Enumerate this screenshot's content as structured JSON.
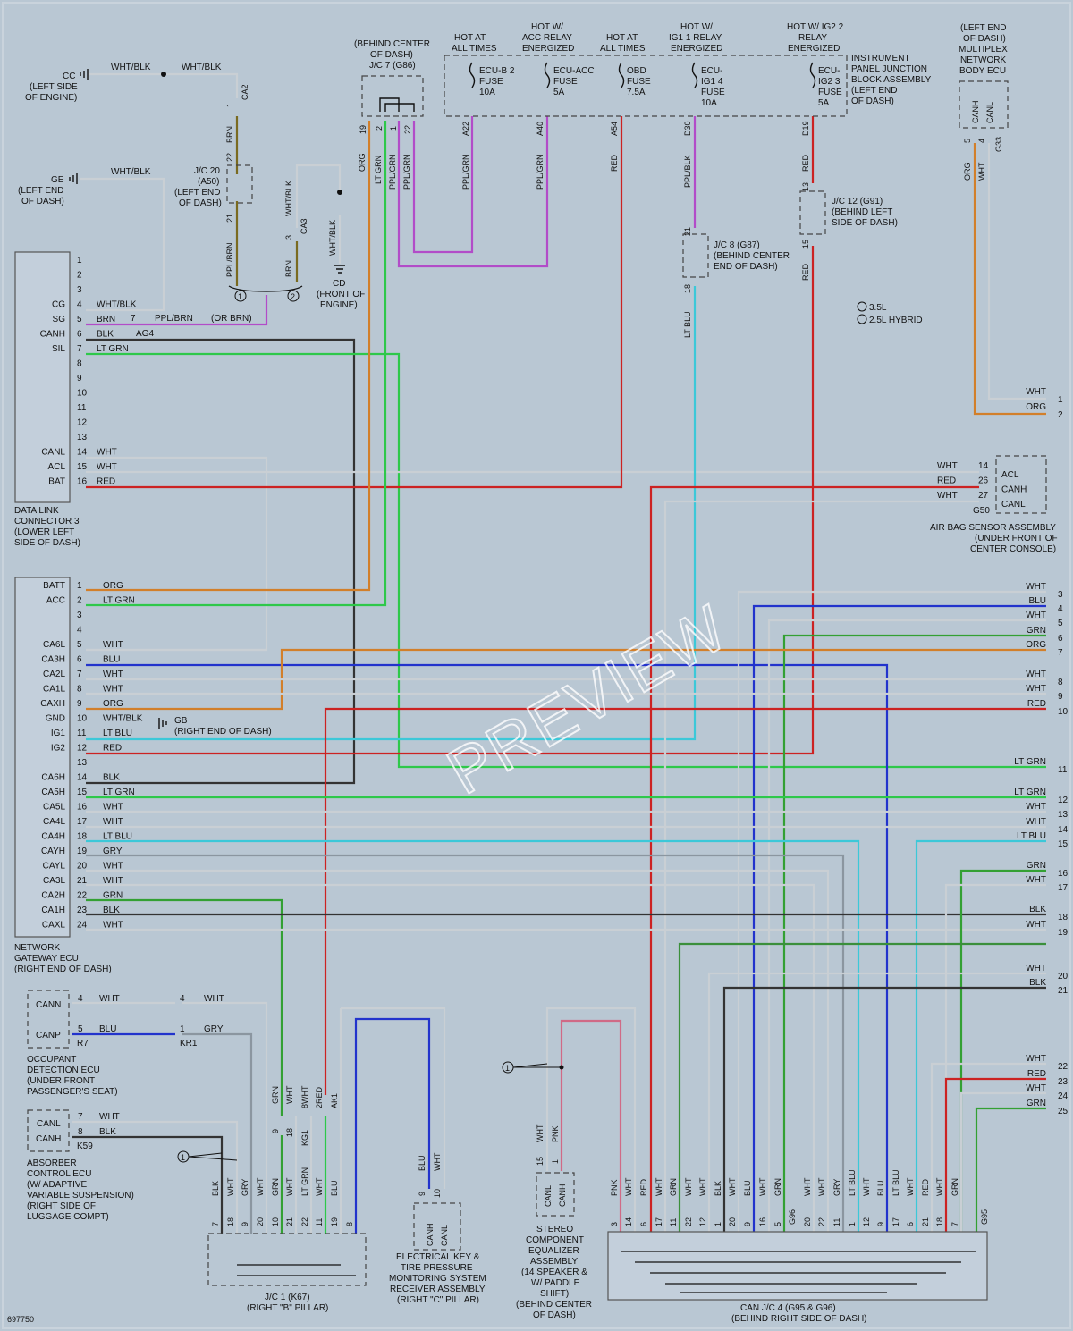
{
  "figure_id": "697750",
  "watermark": "PREVIEW",
  "legend": {
    "m1": "3.5L",
    "m2": "2.5L HYBRID"
  },
  "fuses": [
    {
      "hdr": [
        "HOT AT",
        "ALL TIMES"
      ],
      "name": [
        "ECU-B 2",
        "FUSE",
        "10A"
      ],
      "pin": "A22",
      "wire": "PPL/GRN"
    },
    {
      "hdr": [
        "HOT W/",
        "ACC RELAY",
        "ENERGIZED"
      ],
      "name": [
        "ECU-ACC",
        "FUSE",
        "5A"
      ],
      "pin": "A40",
      "wire": "PPL/GRN"
    },
    {
      "hdr": [
        "HOT AT",
        "ALL TIMES"
      ],
      "name": [
        "OBD",
        "FUSE",
        "7.5A"
      ],
      "pin": "A54",
      "wire": "RED"
    },
    {
      "hdr": [
        "HOT W/",
        "IG1 1 RELAY",
        "ENERGIZED"
      ],
      "name": [
        "ECU-",
        "IG1 4",
        "FUSE",
        "10A"
      ],
      "pin": "D30",
      "wire": "PPL/BLK"
    },
    {
      "hdr": [
        "HOT W/ IG2 2",
        "RELAY",
        "ENERGIZED"
      ],
      "name": [
        "ECU-",
        "IG2 3",
        "FUSE",
        "5A"
      ],
      "pin": "D19",
      "wire": "RED"
    }
  ],
  "ipjb": [
    "INSTRUMENT",
    "PANEL JUNCTION",
    "BLOCK ASSEMBLY",
    "(LEFT END",
    "OF DASH)"
  ],
  "jc7": {
    "title": [
      "(BEHIND CENTER",
      "OF DASH)",
      "J/C 7 (G86)"
    ],
    "pins": [
      "19",
      "2",
      "1",
      "22"
    ],
    "wires": [
      "ORG",
      "LT GRN",
      "PPL/GRN",
      "PPL/GRN"
    ]
  },
  "grounds": {
    "cc": {
      "name": "CC",
      "loc": [
        "(LEFT SIDE",
        "OF ENGINE)"
      ]
    },
    "ge": {
      "name": "GE",
      "loc": [
        "(LEFT END",
        "OF DASH)"
      ]
    },
    "cd": {
      "name": "CD",
      "loc": [
        "(FRONT OF",
        "ENGINE)"
      ]
    },
    "gb": {
      "name": "GB",
      "loc": "(RIGHT END OF DASH)"
    }
  },
  "top_left": {
    "w1": "WHT/BLK",
    "w2": "WHT/BLK",
    "w3": "WHT/BLK",
    "w4": "WHT/BLK",
    "w5": "WHT/BLK",
    "ca2": "CA2",
    "ca2pin": "1",
    "brn": "BRN",
    "jc20": [
      "J/C 20",
      "(A50)",
      "(LEFT END",
      "OF DASH)"
    ],
    "jc20pins": [
      "22",
      "21"
    ],
    "pplbrn": "PPL/BRN",
    "brn2": "BRN",
    "ca3": "CA3",
    "ca3pin": "3",
    "m1": "1",
    "m2": "2"
  },
  "dlc3": {
    "rows": [
      {
        "pin": "1",
        "sig": "",
        "wire": ""
      },
      {
        "pin": "2",
        "sig": "",
        "wire": ""
      },
      {
        "pin": "3",
        "sig": "",
        "wire": ""
      },
      {
        "pin": "4",
        "sig": "CG",
        "wire": "WHT/BLK"
      },
      {
        "pin": "5",
        "sig": "SG",
        "wire": "BRN"
      },
      {
        "pin": "6",
        "sig": "CANH",
        "wire": "BLK"
      },
      {
        "pin": "7",
        "sig": "SIL",
        "wire": "LT GRN"
      },
      {
        "pin": "8",
        "sig": "",
        "wire": ""
      },
      {
        "pin": "9",
        "sig": "",
        "wire": ""
      },
      {
        "pin": "10",
        "sig": "",
        "wire": ""
      },
      {
        "pin": "11",
        "sig": "",
        "wire": ""
      },
      {
        "pin": "12",
        "sig": "",
        "wire": ""
      },
      {
        "pin": "13",
        "sig": "",
        "wire": ""
      },
      {
        "pin": "14",
        "sig": "CANL",
        "wire": "WHT"
      },
      {
        "pin": "15",
        "sig": "ACL",
        "wire": "WHT"
      },
      {
        "pin": "16",
        "sig": "BAT",
        "wire": "RED"
      }
    ],
    "sg_ext": {
      "pin": "7",
      "wire": "PPL/BRN",
      "note": "(OR BRN)",
      "conn": "AG4"
    },
    "name": [
      "DATA LINK",
      "CONNECTOR 3",
      "(LOWER LEFT",
      "SIDE OF DASH)"
    ]
  },
  "gateway": {
    "rows": [
      {
        "pin": "1",
        "sig": "BATT",
        "wire": "ORG"
      },
      {
        "pin": "2",
        "sig": "ACC",
        "wire": "LT GRN"
      },
      {
        "pin": "3",
        "sig": "",
        "wire": ""
      },
      {
        "pin": "4",
        "sig": "",
        "wire": ""
      },
      {
        "pin": "5",
        "sig": "CA6L",
        "wire": "WHT"
      },
      {
        "pin": "6",
        "sig": "CA3H",
        "wire": "BLU"
      },
      {
        "pin": "7",
        "sig": "CA2L",
        "wire": "WHT"
      },
      {
        "pin": "8",
        "sig": "CA1L",
        "wire": "WHT"
      },
      {
        "pin": "9",
        "sig": "CAXH",
        "wire": "ORG"
      },
      {
        "pin": "10",
        "sig": "GND",
        "wire": "WHT/BLK"
      },
      {
        "pin": "11",
        "sig": "IG1",
        "wire": "LT BLU"
      },
      {
        "pin": "12",
        "sig": "IG2",
        "wire": "RED"
      },
      {
        "pin": "13",
        "sig": "",
        "wire": ""
      },
      {
        "pin": "14",
        "sig": "CA6H",
        "wire": "BLK"
      },
      {
        "pin": "15",
        "sig": "CA5H",
        "wire": "LT GRN"
      },
      {
        "pin": "16",
        "sig": "CA5L",
        "wire": "WHT"
      },
      {
        "pin": "17",
        "sig": "CA4L",
        "wire": "WHT"
      },
      {
        "pin": "18",
        "sig": "CA4H",
        "wire": "LT BLU"
      },
      {
        "pin": "19",
        "sig": "CAYH",
        "wire": "GRY"
      },
      {
        "pin": "20",
        "sig": "CAYL",
        "wire": "WHT"
      },
      {
        "pin": "21",
        "sig": "CA3L",
        "wire": "WHT"
      },
      {
        "pin": "22",
        "sig": "CA2H",
        "wire": "GRN"
      },
      {
        "pin": "23",
        "sig": "CA1H",
        "wire": "BLK"
      },
      {
        "pin": "24",
        "sig": "CAXL",
        "wire": "WHT"
      }
    ],
    "name": [
      "NETWORK",
      "GATEWAY ECU",
      "(RIGHT END OF DASH)"
    ]
  },
  "jc8": {
    "name": [
      "J/C 8 (G87)",
      "(BEHIND CENTER",
      "END OF DASH)"
    ],
    "pins": [
      "21",
      "18"
    ],
    "wire": "LT BLU"
  },
  "jc12": {
    "name": [
      "J/C 12 (G91)",
      "(BEHIND LEFT",
      "SIDE OF DASH)"
    ],
    "pins": [
      "13",
      "15"
    ],
    "wire": "RED"
  },
  "mpx": {
    "title": [
      "(LEFT END",
      "OF DASH)",
      "MULTIPLEX",
      "NETWORK",
      "BODY ECU"
    ],
    "sigs": [
      "CANH",
      "CANL"
    ],
    "pins": [
      "5",
      "4"
    ],
    "conn": "G33",
    "wires": [
      "ORG",
      "WHT"
    ]
  },
  "airbag": {
    "rows": [
      {
        "wire": "WHT",
        "pin": "14",
        "sig": "ACL"
      },
      {
        "wire": "RED",
        "pin": "26",
        "sig": "CANH"
      },
      {
        "wire": "WHT",
        "pin": "27",
        "sig": "CANL"
      }
    ],
    "conn": "G50",
    "name": [
      "AIR BAG SENSOR ASSEMBLY",
      "(UNDER FRONT OF",
      "CENTER CONSOLE)"
    ]
  },
  "right_refs": [
    {
      "label": "WHT",
      "num": "1"
    },
    {
      "label": "ORG",
      "num": "2"
    },
    {
      "label": "WHT",
      "num": "3"
    },
    {
      "label": "BLU",
      "num": "4"
    },
    {
      "label": "WHT",
      "num": "5"
    },
    {
      "label": "GRN",
      "num": "6"
    },
    {
      "label": "ORG",
      "num": "7"
    },
    {
      "label": "WHT",
      "num": "8"
    },
    {
      "label": "WHT",
      "num": "9"
    },
    {
      "label": "RED",
      "num": "10"
    },
    {
      "label": "LT GRN",
      "num": "11"
    },
    {
      "label": "LT GRN",
      "num": "12"
    },
    {
      "label": "WHT",
      "num": "13"
    },
    {
      "label": "WHT",
      "num": "14"
    },
    {
      "label": "LT BLU",
      "num": "15"
    },
    {
      "label": "GRN",
      "num": "16"
    },
    {
      "label": "WHT",
      "num": "17"
    },
    {
      "label": "BLK",
      "num": "18"
    },
    {
      "label": "WHT",
      "num": "19"
    },
    {
      "label": "WHT",
      "num": "20"
    },
    {
      "label": "BLK",
      "num": "21"
    },
    {
      "label": "WHT",
      "num": "22"
    },
    {
      "label": "RED",
      "num": "23"
    },
    {
      "label": "WHT",
      "num": "24"
    },
    {
      "label": "GRN",
      "num": "25"
    }
  ],
  "occupant": {
    "sigs": [
      "CANN",
      "CANP"
    ],
    "pins": [
      "4",
      "5"
    ],
    "wires": [
      "WHT",
      "BLU"
    ],
    "conn": "R7",
    "kr_pins": [
      "4",
      "1"
    ],
    "kr_wires": [
      "WHT",
      "GRY"
    ],
    "kr_conn": "KR1",
    "name": [
      "OCCUPANT",
      "DETECTION ECU",
      "(UNDER FRONT",
      "PASSENGER'S SEAT)"
    ]
  },
  "absorber": {
    "sigs": [
      "CANL",
      "CANH"
    ],
    "pins": [
      "7",
      "8"
    ],
    "wires": [
      "WHT",
      "BLK"
    ],
    "conn": "K59",
    "name": [
      "ABSORBER",
      "CONTROL ECU",
      "(W/ ADAPTIVE",
      "VARIABLE SUSPENSION)",
      "(RIGHT SIDE OF",
      "LUGGAGE COMPT)"
    ]
  },
  "kg1": {
    "wires": [
      "GRN",
      "WHT",
      "WHT"
    ],
    "pins": [
      "9",
      "18",
      "8"
    ],
    "conn": "KG1"
  },
  "ak1": {
    "wire": "RED",
    "pin": "2",
    "conn": "AK1"
  },
  "jc1": {
    "wires": [
      "BLK",
      "WHT",
      "GRY",
      "WHT",
      "GRN",
      "WHT",
      "LT GRN",
      "WHT",
      "BLU"
    ],
    "pins": [
      "7",
      "18",
      "9",
      "20",
      "10",
      "21",
      "22",
      "11",
      "19",
      "8"
    ],
    "name": [
      "J/C 1 (K67)",
      "(RIGHT \"B\" PILLAR)"
    ]
  },
  "key_ecu": {
    "wires": [
      "BLU",
      "WHT"
    ],
    "pins": [
      "9",
      "10"
    ],
    "sigs": [
      "CANH",
      "CANL"
    ],
    "name": [
      "ELECTRICAL KEY &",
      "TIRE PRESSURE",
      "MONITORING SYSTEM",
      "RECEIVER ASSEMBLY",
      "(RIGHT \"C\" PILLAR)"
    ]
  },
  "stereo": {
    "wires": [
      "WHT",
      "PNK"
    ],
    "pins": [
      "15",
      "1"
    ],
    "sigs": [
      "CANL",
      "CANH"
    ],
    "name": [
      "STEREO",
      "COMPONENT",
      "EQUALIZER",
      "ASSEMBLY",
      "(14 SPEAKER &",
      "W/ PADDLE",
      "SHIFT)",
      "(BEHIND CENTER",
      "OF DASH)"
    ]
  },
  "jc4": {
    "wires": [
      "PNK",
      "WHT",
      "RED",
      "WHT",
      "GRN",
      "WHT",
      "WHT",
      "BLK",
      "WHT",
      "BLU",
      "WHT",
      "GRN",
      "WHT",
      "WHT",
      "GRY",
      "LT BLU",
      "WHT",
      "BLU",
      "LT BLU",
      "WHT",
      "RED",
      "WHT",
      "GRN"
    ],
    "pins": [
      "3",
      "14",
      "6",
      "17",
      "11",
      "22",
      "12",
      "1",
      "20",
      "9",
      "16",
      "5",
      "20",
      "22",
      "11",
      "1",
      "12",
      "9",
      "17",
      "6",
      "21",
      "18",
      "7"
    ],
    "conns": [
      "G96",
      "G95"
    ],
    "name": [
      "CAN J/C 4 (G95 & G96)",
      "(BEHIND RIGHT SIDE OF DASH)"
    ]
  }
}
